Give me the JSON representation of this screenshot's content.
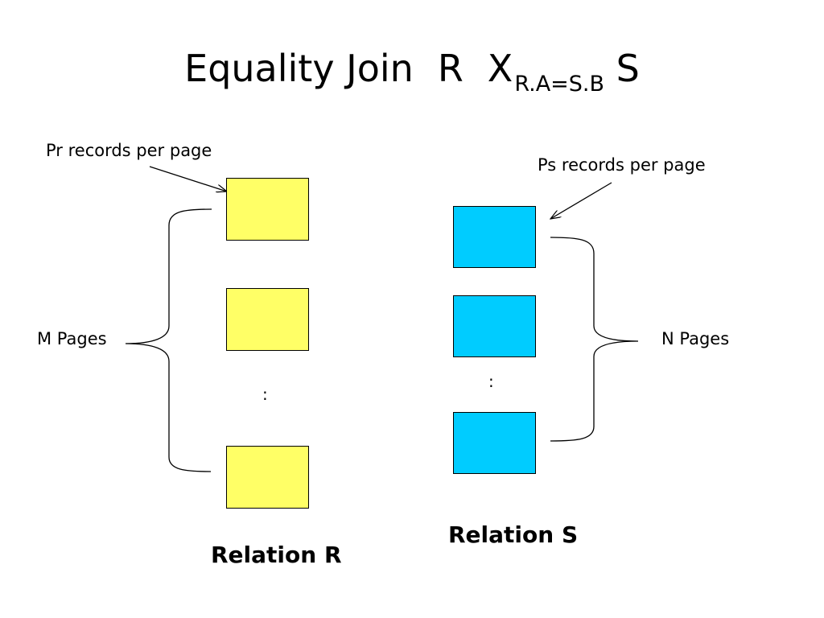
{
  "title": {
    "main": "Equality Join",
    "left_relation": "R",
    "operator": "X",
    "condition": "R.A=S.B",
    "right_relation": "S"
  },
  "relation_r": {
    "label": "Relation R",
    "pages_label": "M Pages",
    "records_label": "Pr records per page",
    "dots": ":",
    "box_color": "#ffff66"
  },
  "relation_s": {
    "label": "Relation S",
    "pages_label": "N Pages",
    "records_label": "Ps records per page",
    "dots": ":",
    "box_color": "#00ccff"
  }
}
